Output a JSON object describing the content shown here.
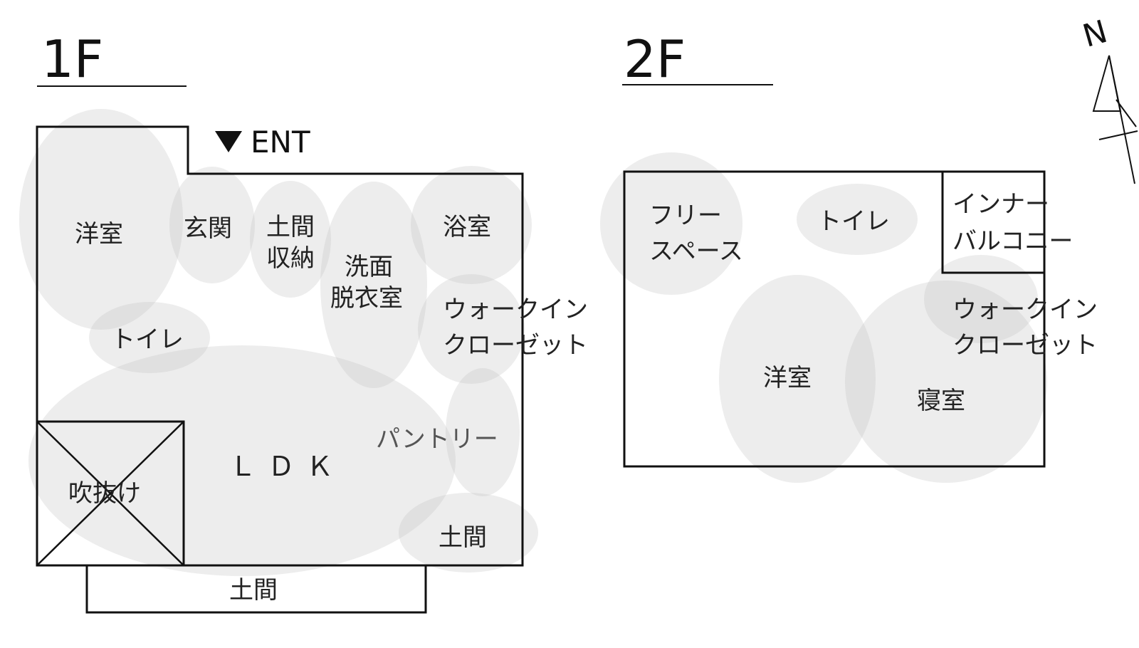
{
  "floors": {
    "first": {
      "title": "1F",
      "entrance": "ENT",
      "rooms": {
        "western_room": "洋室",
        "entrance_hall": "玄関",
        "doma_storage_1": "土間",
        "doma_storage_2": "収納",
        "washroom_1": "洗面",
        "washroom_2": "脱衣室",
        "bathroom": "浴室",
        "wic_1": "ウォークイン",
        "wic_2": "クローゼット",
        "toilet": "トイレ",
        "pantry": "パントリー",
        "ldk": "ＬＤＫ",
        "void": "吹抜け",
        "doma_inner": "土間",
        "doma_outer": "土間"
      }
    },
    "second": {
      "title": "2F",
      "rooms": {
        "free_space_1": "フリー",
        "free_space_2": "スペース",
        "toilet": "トイレ",
        "balcony_1": "インナー",
        "balcony_2": "バルコニー",
        "wic_1": "ウォークイン",
        "wic_2": "クローゼット",
        "western_room": "洋室",
        "bedroom": "寝室"
      }
    }
  },
  "compass": {
    "label": "N"
  },
  "colors": {
    "zone_fill": "#bdbdbd",
    "wall": "#111111"
  }
}
